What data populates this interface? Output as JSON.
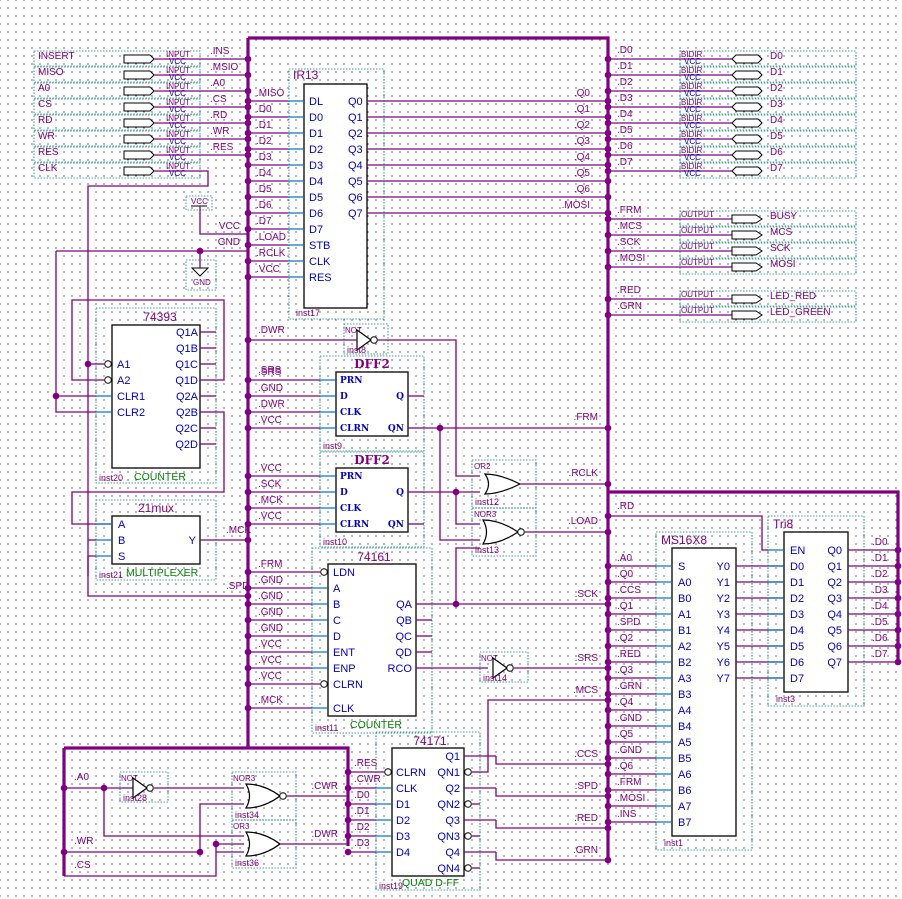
{
  "inputs": [
    {
      "name": "INSERT",
      "type": "INPUT",
      "default": "VCC",
      "net": ".INS"
    },
    {
      "name": "MISO",
      "type": "INPUT",
      "default": "VCC",
      "net": ".MSIO"
    },
    {
      "name": "A0",
      "type": "INPUT",
      "default": "VCC",
      "net": ".A0"
    },
    {
      "name": "CS",
      "type": "INPUT",
      "default": "VCC",
      "net": ".CS"
    },
    {
      "name": "RD",
      "type": "INPUT",
      "default": "VCC",
      "net": ".RD"
    },
    {
      "name": "WR",
      "type": "INPUT",
      "default": "VCC",
      "net": ".WR"
    },
    {
      "name": "RES",
      "type": "INPUT",
      "default": "VCC",
      "net": ".RES"
    },
    {
      "name": "CLK",
      "type": "INPUT",
      "default": "VCC",
      "net": ""
    }
  ],
  "bidirs": [
    {
      "name": "D0",
      "type": "BIDIR",
      "default": "VCC",
      "net": ".D0"
    },
    {
      "name": "D1",
      "type": "BIDIR",
      "default": "VCC",
      "net": ".D1"
    },
    {
      "name": "D2",
      "type": "BIDIR",
      "default": "VCC",
      "net": ".D2"
    },
    {
      "name": "D3",
      "type": "BIDIR",
      "default": "VCC",
      "net": ".D3"
    },
    {
      "name": "D4",
      "type": "BIDIR",
      "default": "VCC",
      "net": ".D4"
    },
    {
      "name": "D5",
      "type": "BIDIR",
      "default": "VCC",
      "net": ".D5"
    },
    {
      "name": "D6",
      "type": "BIDIR",
      "default": "VCC",
      "net": ".D6"
    },
    {
      "name": "D7",
      "type": "BIDIR",
      "default": "VCC",
      "net": ".D7"
    }
  ],
  "outputs": [
    {
      "name": "BUSY",
      "type": "OUTPUT",
      "net": ".FRM"
    },
    {
      "name": "MCS",
      "type": "OUTPUT",
      "net": ".MCS"
    },
    {
      "name": "SCK",
      "type": "OUTPUT",
      "net": ".SCK"
    },
    {
      "name": "MOSI",
      "type": "OUTPUT",
      "net": ".MOSI"
    },
    {
      "name": "LED_RED",
      "type": "OUTPUT",
      "net": ".RED"
    },
    {
      "name": "LED_GREEN",
      "type": "OUTPUT",
      "net": ".GRN"
    }
  ],
  "power": {
    "vcc": "VCC",
    "gnd": "GND"
  },
  "ir13": {
    "title": "IR13",
    "inst": "inst17",
    "in_pins": [
      "DL",
      "D0",
      "D1",
      "D2",
      "D3",
      "D4",
      "D5",
      "D6",
      "D7",
      "STB",
      "CLK",
      "RES"
    ],
    "out_pins": [
      "Q0",
      "Q1",
      "Q2",
      "Q3",
      "Q4",
      "Q5",
      "Q6",
      "Q7"
    ],
    "in_nets": [
      ".MISO",
      ".D0",
      ".D1",
      ".D2",
      ".D3",
      ".D4",
      ".D5",
      ".D6",
      ".D7",
      ".LOAD",
      ".RCLK",
      ".VCC"
    ],
    "out_nets": [
      ".Q0",
      ".Q1",
      ".Q2",
      ".Q3",
      ".Q4",
      ".Q5",
      ".Q6",
      ".MOSI"
    ],
    "extra_nets": [
      "VCC",
      "GND"
    ]
  },
  "c74393": {
    "title": "74393",
    "inst": "inst20",
    "desc": "COUNTER",
    "in_pins": [
      "A1",
      "A2",
      "CLR1",
      "CLR2"
    ],
    "out_pins": [
      "Q1A",
      "Q1B",
      "Q1C",
      "Q1D",
      "Q2A",
      "Q2B",
      "Q2C",
      "Q2D"
    ]
  },
  "mux": {
    "title": "21mux",
    "inst": "inst21",
    "desc": "MULTIPLEXER",
    "in_pins": [
      "A",
      "B",
      "S"
    ],
    "out_pin": "Y",
    "out_net": ".MCK",
    "sel_net": ".SPD"
  },
  "not1": {
    "type": "NOT",
    "inst": "inst8",
    "net": ".DWR"
  },
  "dff1": {
    "title": "DFF2",
    "inst": "inst9",
    "pins": [
      "PRN",
      "D",
      "CLK",
      "CLRN"
    ],
    "out": [
      "Q",
      "QN"
    ],
    "nets": [
      ".SRS",
      ".GND",
      ".DWR",
      ".VCC"
    ],
    "out_net": ".FRM"
  },
  "dff2": {
    "title": "DFF2",
    "inst": "inst10",
    "pins": [
      "PRN",
      "D",
      "CLK",
      "CLRN"
    ],
    "out": [
      "Q",
      "QN"
    ],
    "nets": [
      ".VCC",
      ".SCK",
      ".MCK",
      ".VCC"
    ]
  },
  "or2": {
    "type": "OR2",
    "inst": "inst12",
    "out_net": ".RCLK"
  },
  "nor3a": {
    "type": "NOR3",
    "inst": "inst13",
    "out_net": ".LOAD"
  },
  "c74161": {
    "title": "74161",
    "inst": "inst11",
    "desc": "COUNTER",
    "in_pins": [
      "LDN",
      "A",
      "B",
      "C",
      "D",
      "ENT",
      "ENP",
      "CLRN",
      "CLK"
    ],
    "out_pins": [
      "QA",
      "QB",
      "QC",
      "QD",
      "RCO"
    ],
    "in_nets": [
      ".FRM",
      ".GND",
      ".GND",
      ".GND",
      ".GND",
      ".VCC",
      ".VCC",
      ".VCC",
      ".MCK"
    ],
    "out_nets": [
      ".SCK",
      ".SRS"
    ]
  },
  "not2": {
    "type": "NOT",
    "inst": "inst14",
    "out_net": ".SRS"
  },
  "mcs_net": ".MCS",
  "ms16x8": {
    "title": "MS16X8",
    "inst": "inst1",
    "in_pins": [
      "S",
      "A0",
      "B0",
      "A1",
      "B1",
      "A2",
      "B2",
      "A3",
      "B3",
      "A4",
      "B4",
      "A5",
      "B5",
      "A6",
      "B6",
      "A7",
      "B7"
    ],
    "out_pins": [
      "Y0",
      "Y1",
      "Y2",
      "Y3",
      "Y4",
      "Y5",
      "Y6",
      "Y7"
    ],
    "in_nets": [
      ".A0",
      ".Q0",
      ".CCS",
      ".Q1",
      ".SPD",
      ".Q2",
      ".RED",
      ".Q3",
      ".GRN",
      ".Q4",
      ".GND",
      ".Q5",
      ".GND",
      ".Q6",
      ".FRM",
      ".MOSI",
      ".INS"
    ]
  },
  "tri8": {
    "title": "Tri8",
    "inst": "inst3",
    "en_net": ".RD",
    "in_pins": [
      "EN",
      "D0",
      "D1",
      "D2",
      "D3",
      "D4",
      "D5",
      "D6",
      "D7"
    ],
    "out_pins": [
      "Q0",
      "Q1",
      "Q2",
      "Q3",
      "Q4",
      "Q5",
      "Q6",
      "Q7"
    ],
    "out_nets": [
      ".D0",
      ".D1",
      ".D2",
      ".D3",
      ".D4",
      ".D5",
      ".D6",
      ".D7"
    ]
  },
  "decoder": {
    "nets": [
      ".A0",
      ".WR",
      ".CS",
      ".CWR",
      ".DWR"
    ],
    "not": {
      "type": "NOT",
      "inst": "inst28"
    },
    "nor": {
      "type": "NOR3",
      "inst": "inst34"
    },
    "or": {
      "type": "OR3",
      "inst": "inst36"
    }
  },
  "c74171": {
    "title": "74171",
    "inst": "inst19",
    "desc": "QUAD D-FF",
    "in_pins": [
      "CLRN",
      "CLK",
      "D1",
      "D2",
      "D3",
      "D4"
    ],
    "out_pins": [
      "Q1",
      "QN1",
      "Q2",
      "QN2",
      "Q3",
      "QN3",
      "Q4",
      "QN4"
    ],
    "in_nets": [
      ".RES",
      ".CWR",
      ".D0",
      ".D1",
      ".D2",
      ".D3"
    ],
    "out_nets": [
      ".CCS",
      ".SPD",
      ".RED",
      ".GRN"
    ]
  }
}
